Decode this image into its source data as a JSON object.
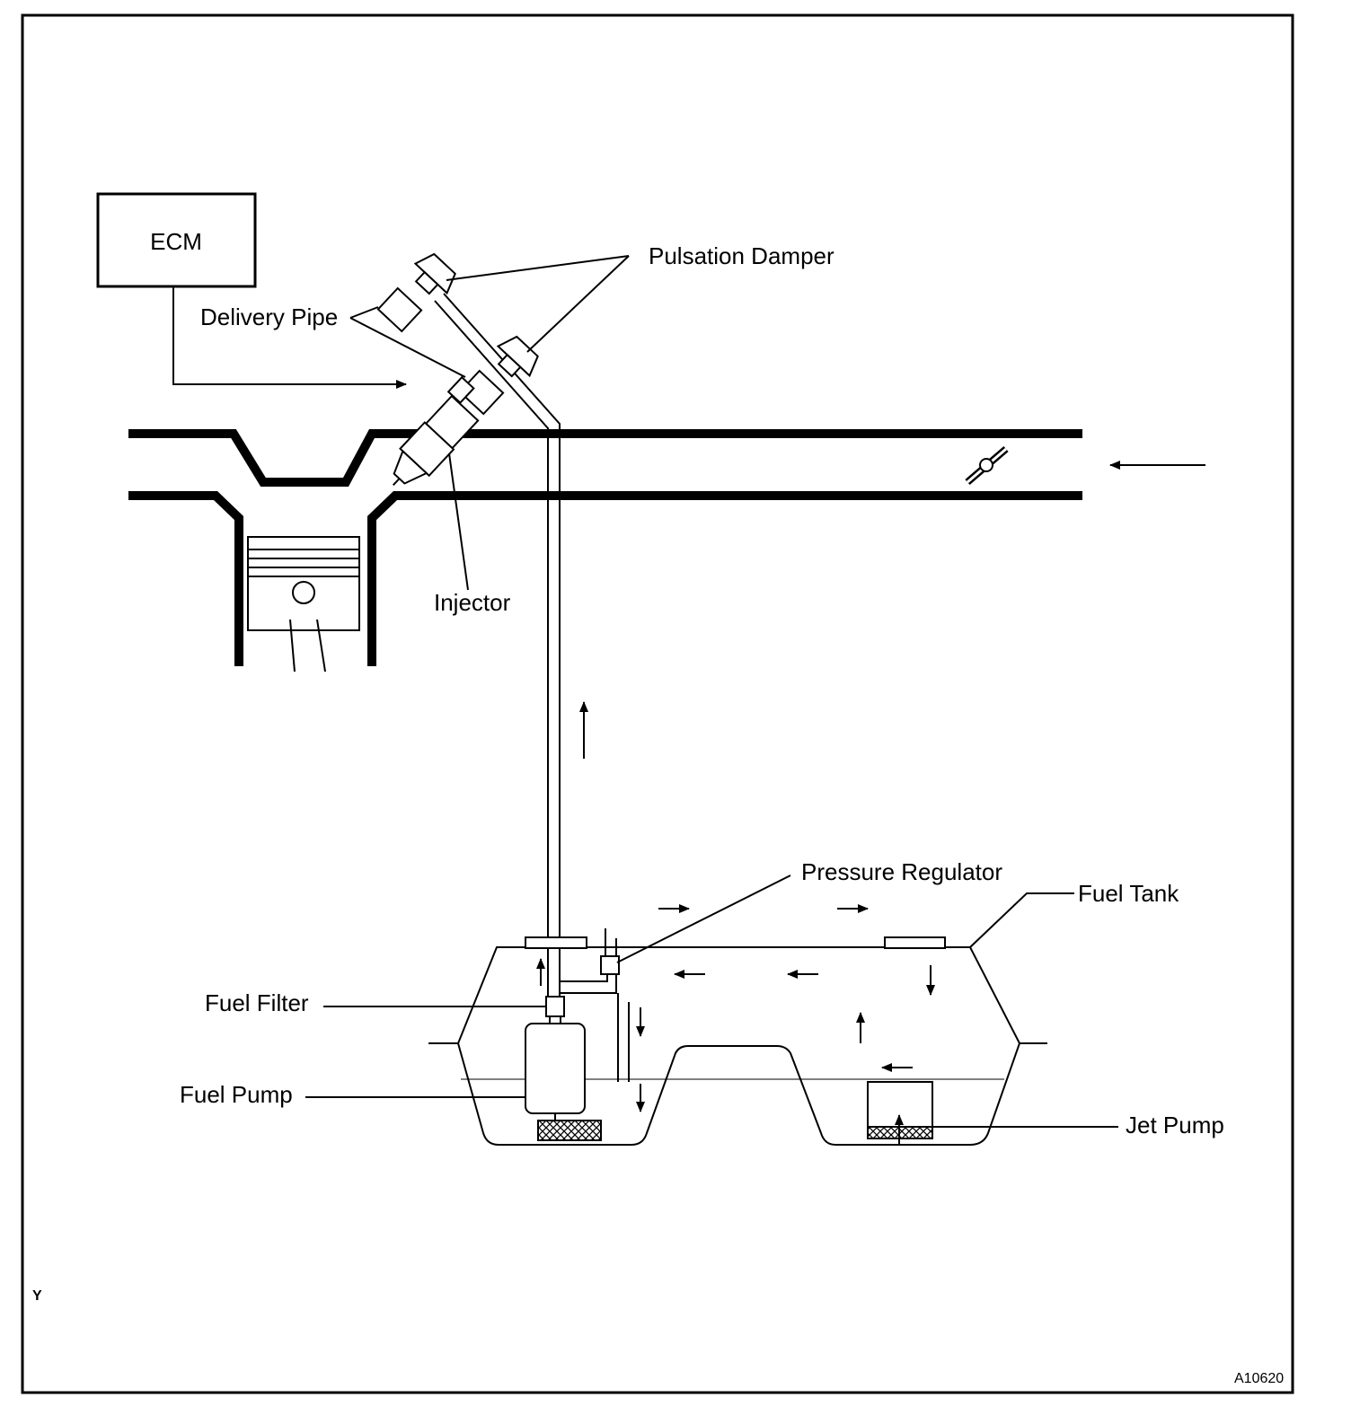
{
  "labels": {
    "ecm": "ECM",
    "pulsation_damper": "Pulsation Damper",
    "delivery_pipe": "Delivery Pipe",
    "injector": "Injector",
    "pressure_regulator": "Pressure Regulator",
    "fuel_tank": "Fuel Tank",
    "fuel_filter": "Fuel Filter",
    "fuel_pump": "Fuel Pump",
    "jet_pump": "Jet Pump"
  },
  "corner_mark": "Y",
  "figure_id": "A10620"
}
